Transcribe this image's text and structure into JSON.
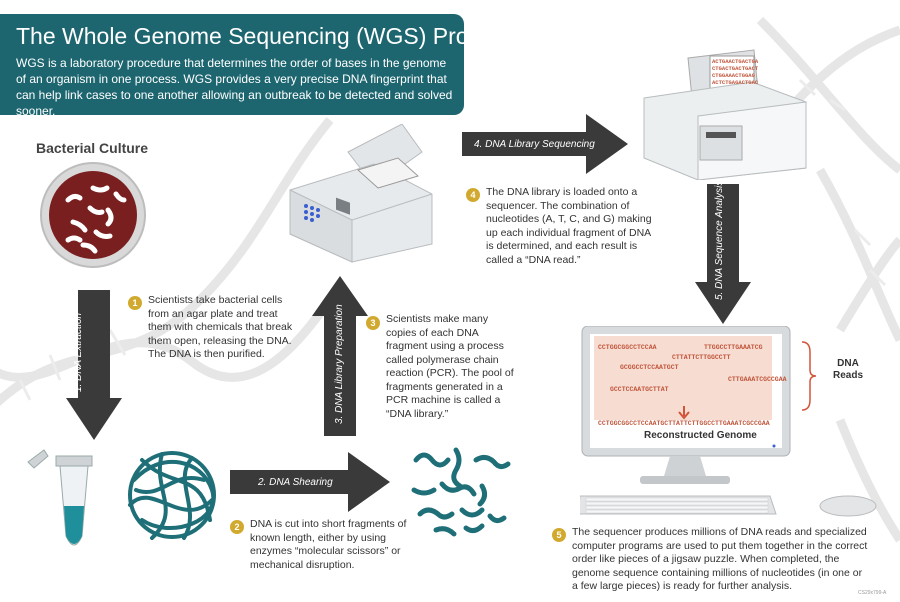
{
  "header": {
    "title": "The Whole Genome Sequencing (WGS) Process",
    "description": "WGS is a laboratory procedure that determines the order of bases in the genome of an organism in one process. WGS provides a very precise DNA fingerprint that can help link cases to one another allowing an outbreak to be detected and solved sooner."
  },
  "culture": {
    "title": "Bacterial Culture"
  },
  "arrows": {
    "a1": "1. DNA Extraction",
    "a2": "2. DNA Shearing",
    "a3": "3. DNA Library Preparation",
    "a4": "4. DNA Library Sequencing",
    "a5": "5. DNA Sequence Analysis"
  },
  "steps": {
    "s1": {
      "num": "1",
      "text": "Scientists take bacterial cells from an agar plate and treat them with chemicals that break them open, releasing the DNA. The DNA is then purified."
    },
    "s2": {
      "num": "2",
      "text": "DNA is cut into short fragments of known length, either by using enzymes “molecular scissors” or mechanical disruption."
    },
    "s3": {
      "num": "3",
      "text": "Scientists make many copies of each DNA fragment using a process called polymerase chain reaction (PCR). The pool of fragments generated in a PCR machine is called a “DNA library.”"
    },
    "s4": {
      "num": "4",
      "text": "The DNA library is loaded onto a sequencer. The combination of nucleotides (A, T, C, and G) making up each individual fragment of DNA is determined, and each result is called a “DNA read.”"
    },
    "s5": {
      "num": "5",
      "text": "The sequencer produces millions of DNA reads and specialized computer programs are used to put them together in the correct order like pieces of a jigsaw puzzle. When completed, the genome sequence containing millions of nucleotides (in one or a few large pieces) is ready for further analysis."
    }
  },
  "screen": {
    "reads": [
      "CCTGGCGGCCTCCAA",
      "TTGGCCTTGAAATCG",
      "CTTATTCTTGGCCTT",
      "GCGGCCTCCAATGCT",
      "CTTGAAATCGCCGAA",
      "GCCTCCAATGCTTAT"
    ],
    "genome": "CCTGGCGGCCTCCAATGCTTATTCTTGGCCTTGAAATCGCCGAA",
    "genome_label": "Reconstructed Genome",
    "reads_label": "DNA Reads"
  },
  "sequencer_screen": [
    "ACTGAACTGACTGA",
    "CTGACTGACTGACT",
    "CTGGAAACTGGAG",
    "ACTCTGAGACTGAC"
  ],
  "footer_code": "CS29x799-A",
  "colors": {
    "teal": "#1d6670",
    "arrow": "#3a3a3a",
    "badge": "#d2a92f",
    "dna": "#1f6f78",
    "accent": "#d2553a"
  }
}
